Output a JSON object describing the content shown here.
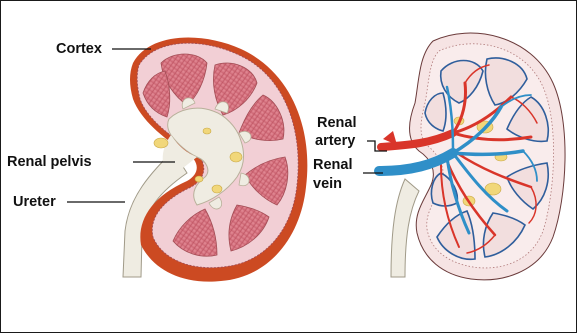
{
  "labels": {
    "cortex": "Cortex",
    "renal_pelvis": "Renal pelvis",
    "ureter": "Ureter",
    "renal_artery_line1": "Renal",
    "renal_artery_line2": "artery",
    "renal_vein_line1": "Renal",
    "renal_vein_line2": "vein"
  },
  "colors": {
    "cortex_fill": "#f2cfd5",
    "pyramid_fill": "#d9727f",
    "capsule_fill": "#cc4a22",
    "pelvis_fill": "#efece2",
    "fat_fill": "#f1d77a",
    "artery": "#d9352a",
    "vein": "#2f8fc8"
  }
}
